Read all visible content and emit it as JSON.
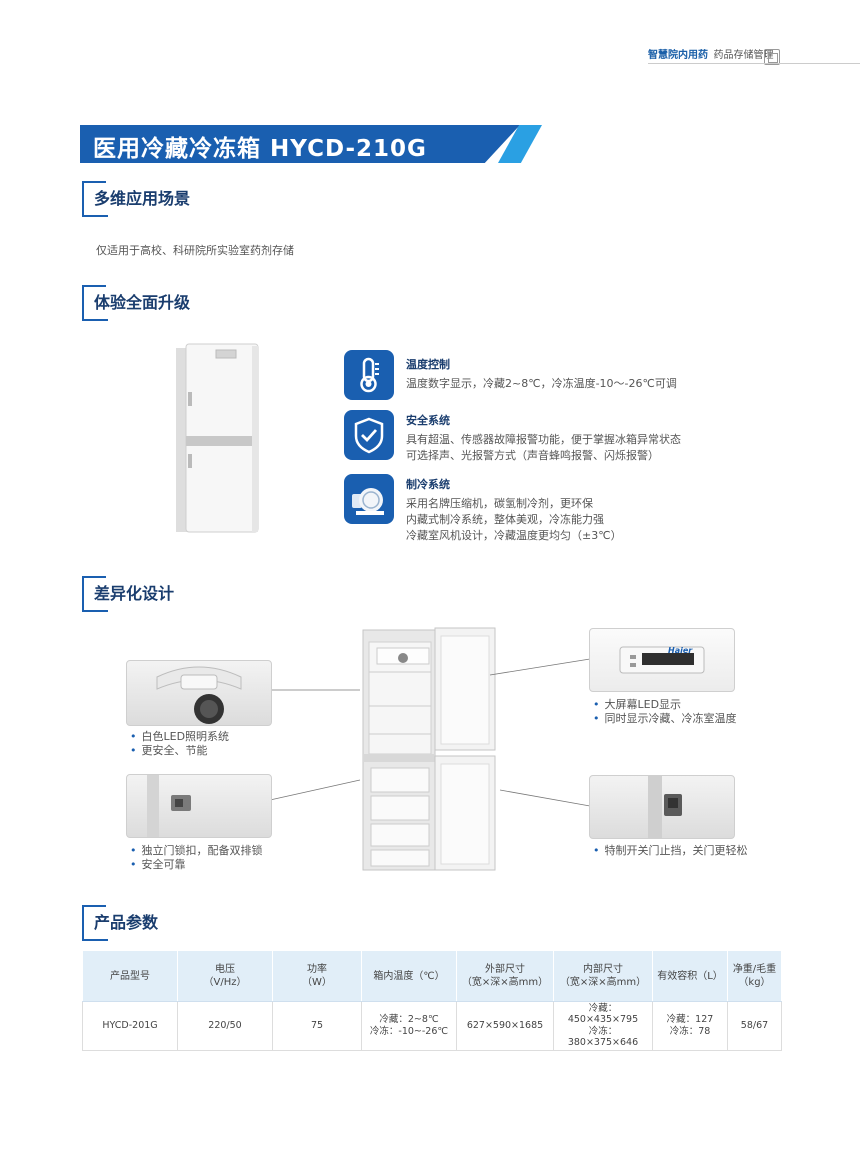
{
  "header": {
    "brand": "智慧院内用药",
    "section": "药品存储管理"
  },
  "title": "医用冷藏冷冻箱 HYCD-210G",
  "sections": {
    "scenes": "多维应用场景",
    "upgrade": "体验全面升级",
    "design": "差异化设计",
    "params": "产品参数"
  },
  "scene_text": "仅适用于高校、科研院所实验室药剂存储",
  "features": [
    {
      "icon": "thermometer-icon",
      "title": "温度控制",
      "lines": [
        "温度数字显示，冷藏2~8℃，冷冻温度-10～-26℃可调"
      ]
    },
    {
      "icon": "shield-check-icon",
      "title": "安全系统",
      "lines": [
        "具有超温、传感器故障报警功能，便于掌握冰箱异常状态",
        "可选择声、光报警方式（声音蜂鸣报警、闪烁报警）"
      ]
    },
    {
      "icon": "compressor-icon",
      "title": "制冷系统",
      "lines": [
        "采用名牌压缩机，碳氢制冷剂，更环保",
        "内藏式制冷系统，整体美观，冷冻能力强",
        "冷藏室风机设计，冷藏温度更均匀（±3℃）"
      ]
    }
  ],
  "design": {
    "led_lighting": [
      "白色LED照明系统",
      "更安全、节能"
    ],
    "lock": [
      "独立门锁扣，配备双排锁",
      "安全可靠"
    ],
    "display": [
      "大屏幕LED显示",
      "同时显示冷藏、冷冻室温度"
    ],
    "door_stop": [
      "特制开关门止挡，关门更轻松"
    ],
    "display_brand": "Haier"
  },
  "table": {
    "headers": [
      [
        "产品型号"
      ],
      [
        "电压",
        "（V/Hz）"
      ],
      [
        "功率",
        "（W）"
      ],
      [
        "箱内温度（℃）"
      ],
      [
        "外部尺寸",
        "（宽×深×高mm）"
      ],
      [
        "内部尺寸",
        "（宽×深×高mm）"
      ],
      [
        "有效容积（L）"
      ],
      [
        "净重/毛重（kg）"
      ]
    ],
    "rows": [
      [
        [
          "HYCD-201G"
        ],
        [
          "220/50"
        ],
        [
          "75"
        ],
        [
          "冷藏：2~8℃",
          "冷冻：-10~-26℃"
        ],
        [
          "627×590×1685"
        ],
        [
          "冷藏：450×435×795",
          "冷冻：380×375×646"
        ],
        [
          "冷藏：127",
          "冷冻：78"
        ],
        [
          "58/67"
        ]
      ]
    ]
  },
  "colors": {
    "primary": "#1a5fb0",
    "accent": "#2aa0e3",
    "table_header": "#e1eef8"
  }
}
